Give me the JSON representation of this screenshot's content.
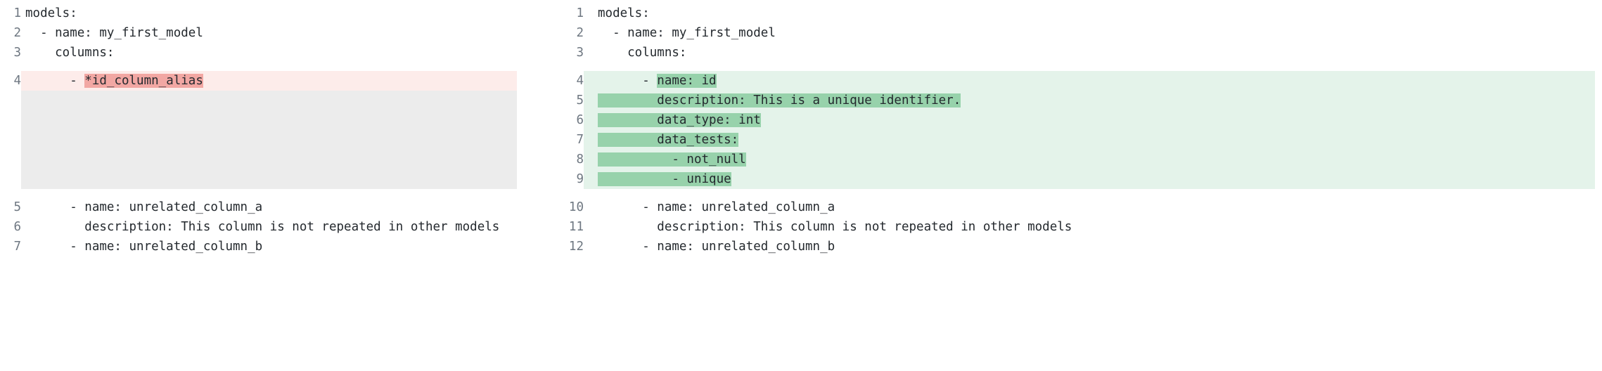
{
  "colors": {
    "removed_line_bg": "#fdecea",
    "removed_token_bg": "#f2a7a3",
    "added_line_bg": "#e4f3ea",
    "added_token_bg": "#97d2ab",
    "filler_bg": "#ececec",
    "line_number_color": "#6e7781",
    "code_text_color": "#24292e"
  },
  "left_panel": {
    "role": "old-version",
    "lines": [
      {
        "num": "1",
        "type": "context",
        "text": "models:"
      },
      {
        "num": "2",
        "type": "context",
        "text": "  - name: my_first_model"
      },
      {
        "num": "3",
        "type": "context",
        "text": "    columns:"
      },
      {
        "num": "4",
        "type": "removed",
        "prefix": "      - ",
        "token": "*id_column_alias"
      },
      {
        "num": "",
        "type": "filler"
      },
      {
        "num": "",
        "type": "filler"
      },
      {
        "num": "",
        "type": "filler"
      },
      {
        "num": "",
        "type": "filler"
      },
      {
        "num": "",
        "type": "filler"
      },
      {
        "num": "5",
        "type": "context",
        "text": "      - name: unrelated_column_a"
      },
      {
        "num": "6",
        "type": "context",
        "text": "        description: This column is not repeated in other models"
      },
      {
        "num": "7",
        "type": "context",
        "text": "      - name: unrelated_column_b"
      }
    ]
  },
  "right_panel": {
    "role": "new-version",
    "lines": [
      {
        "num": "1",
        "type": "context",
        "text": "models:"
      },
      {
        "num": "2",
        "type": "context",
        "text": "  - name: my_first_model"
      },
      {
        "num": "3",
        "type": "context",
        "text": "    columns:"
      },
      {
        "num": "4",
        "type": "added",
        "prefix": "      - ",
        "token": "name: id"
      },
      {
        "num": "5",
        "type": "added",
        "prefix": "",
        "token": "        description: This is a unique identifier."
      },
      {
        "num": "6",
        "type": "added",
        "prefix": "",
        "token": "        data_type: int"
      },
      {
        "num": "7",
        "type": "added",
        "prefix": "",
        "token": "        data_tests:"
      },
      {
        "num": "8",
        "type": "added",
        "prefix": "",
        "token": "          - not_null"
      },
      {
        "num": "9",
        "type": "added",
        "prefix": "",
        "token": "          - unique"
      },
      {
        "num": "10",
        "type": "context",
        "text": "      - name: unrelated_column_a"
      },
      {
        "num": "11",
        "type": "context",
        "text": "        description: This column is not repeated in other models"
      },
      {
        "num": "12",
        "type": "context",
        "text": "      - name: unrelated_column_b"
      }
    ]
  }
}
